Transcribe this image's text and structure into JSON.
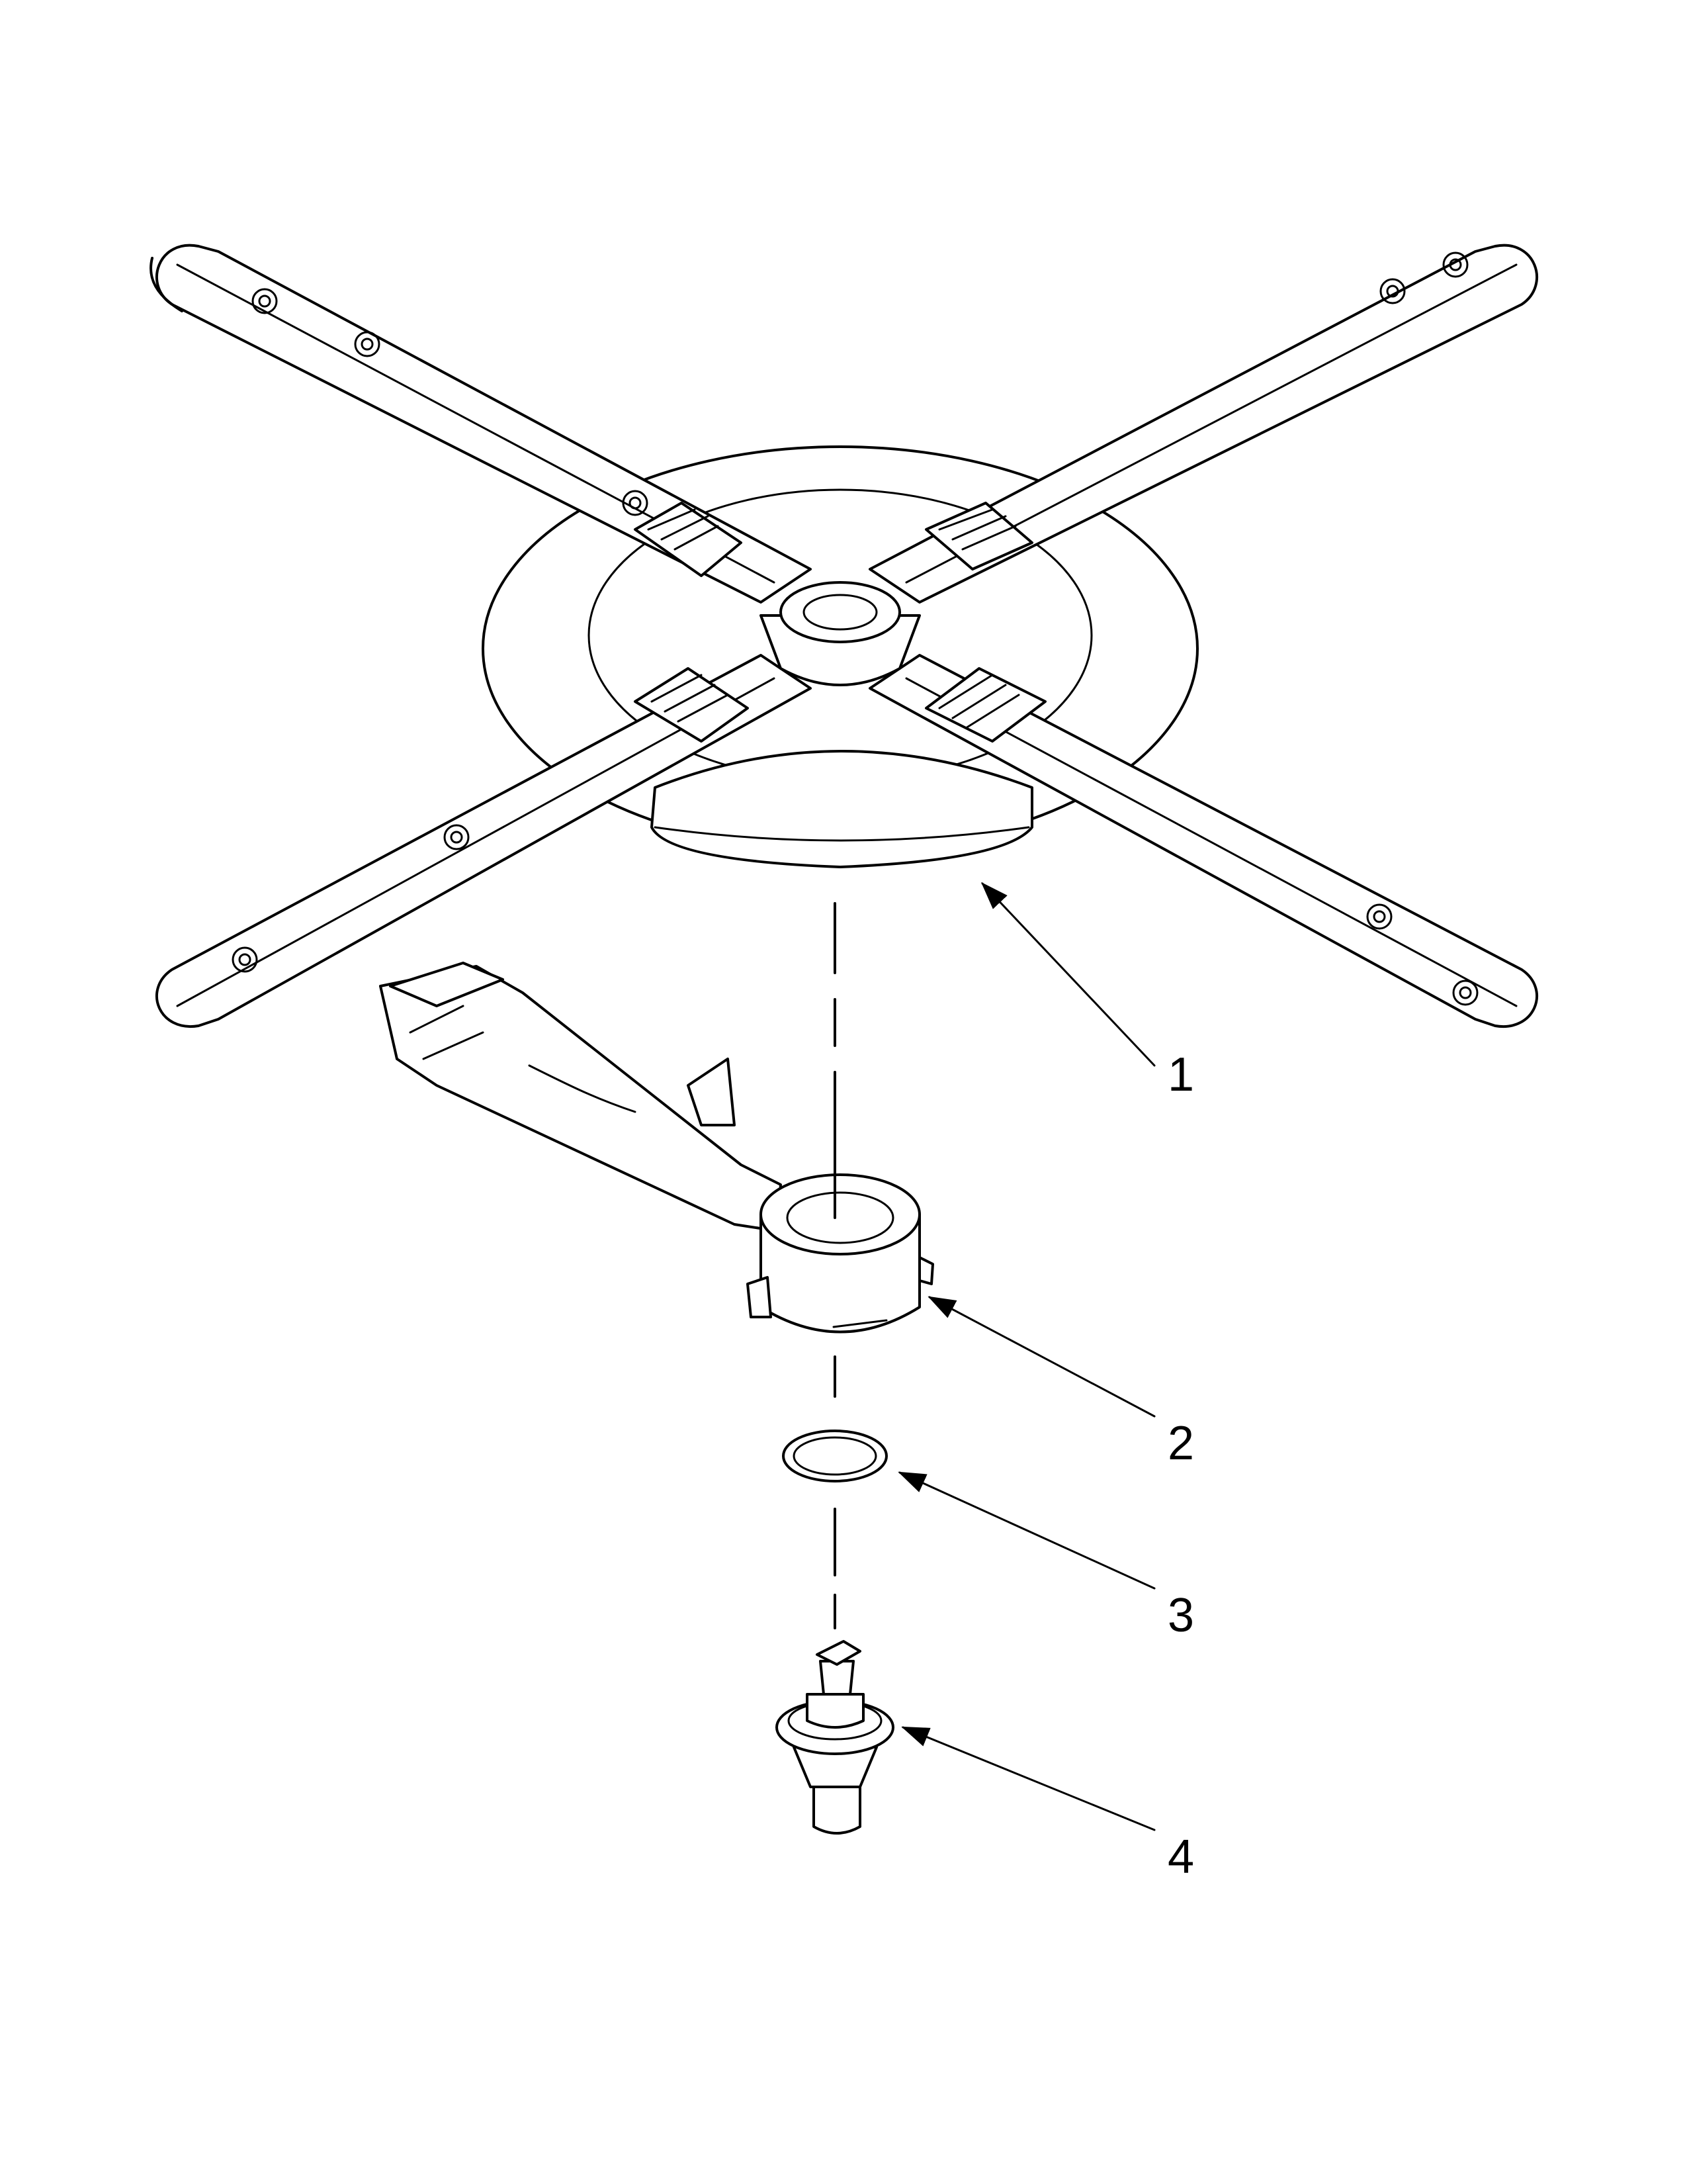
{
  "callouts": [
    {
      "number": "1",
      "part": "lower-spray-arm"
    },
    {
      "number": "2",
      "part": "spray-arm-manifold"
    },
    {
      "number": "3",
      "part": "o-ring"
    },
    {
      "number": "4",
      "part": "spray-arm-bearing-valve"
    }
  ],
  "colors": {
    "line": "#000000",
    "background": "#ffffff"
  }
}
